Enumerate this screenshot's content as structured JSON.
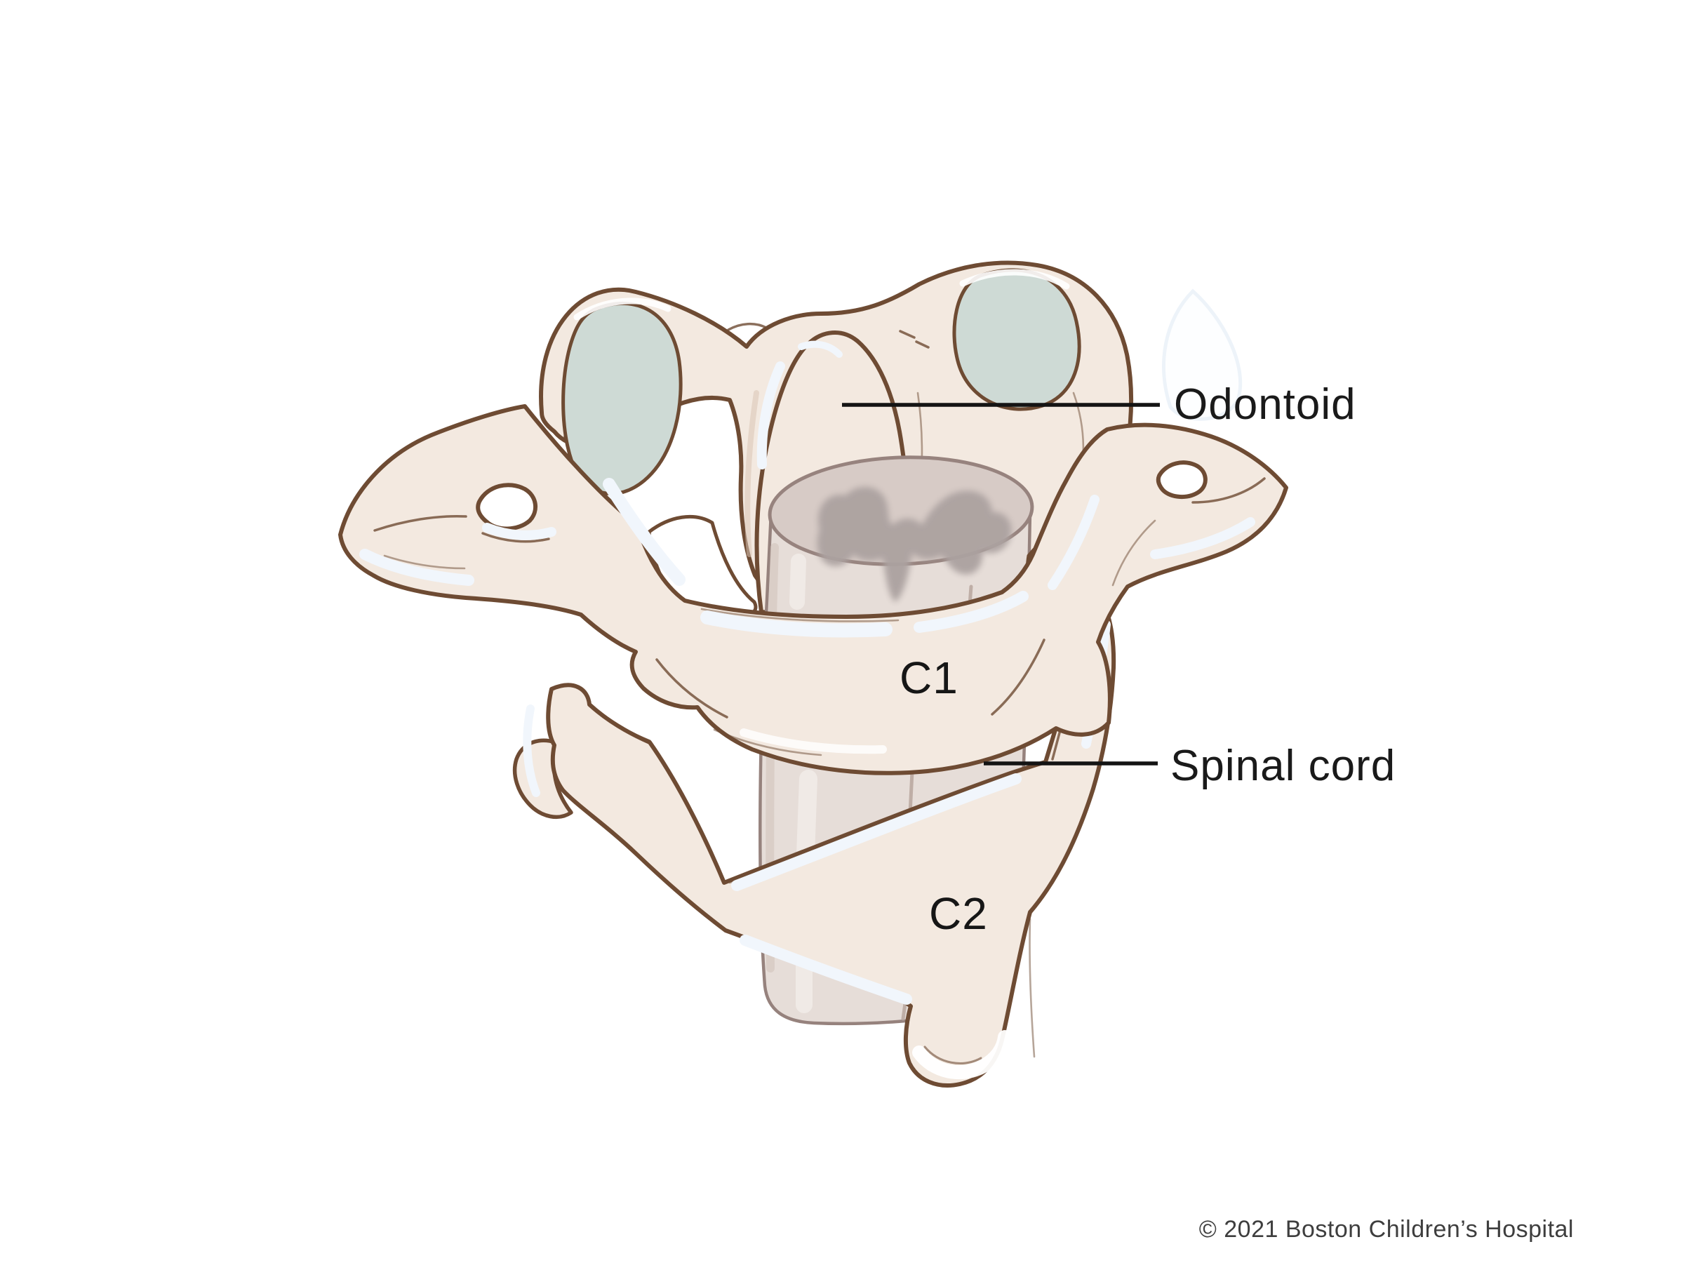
{
  "page": {
    "background": "#ffffff"
  },
  "labels": {
    "odontoid": "Odontoid",
    "c1": "C1",
    "spinal_cord": "Spinal cord",
    "c2": "C2"
  },
  "footer": {
    "copyright": "© 2021 Boston Children’s Hospital"
  },
  "palette": {
    "bone": "#F3E9E0",
    "outline": "#6E4B33",
    "facet_cartilage": "#CEDAD5",
    "cord_top": "#D7CBC6",
    "cord_body": "#E6DDD8",
    "cord_outline": "#96827D",
    "gray_matter": "#ACA2A0",
    "edge_highlight": "#F1F6FC",
    "label_text": "#1A1A1A",
    "copyright_text": "#3E3E3E"
  },
  "illustration": {
    "subject": "C1 and C2 cervical vertebrae with odontoid process and spinal cord, viewed from above and behind"
  }
}
